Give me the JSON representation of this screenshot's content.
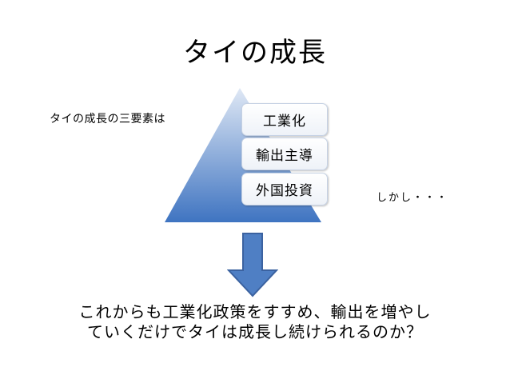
{
  "slide": {
    "title": "タイの成長",
    "side_label": "タイの成長の三要素は",
    "aside": "しかし・・・",
    "question_line1": "これからも工業化政策をすすめ、輸出を増やし",
    "question_line2": "ていくだけでタイは成長し続けられるのか？"
  },
  "pyramid": {
    "levels": [
      "工業化",
      "輸出主導",
      "外国投資"
    ]
  },
  "colors": {
    "pyramid_top": "#dfe8f5",
    "pyramid_bottom": "#3f74c1",
    "arrow": "#4f7fc4",
    "arrow_stroke": "#3b62a0"
  }
}
